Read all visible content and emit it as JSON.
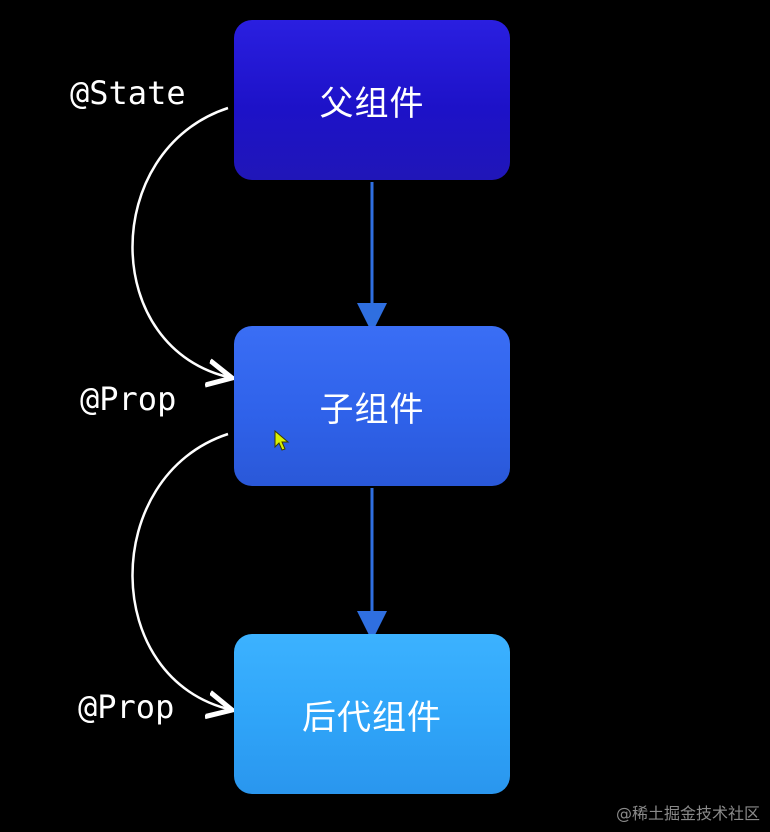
{
  "nodes": {
    "parent": "父组件",
    "child": "子组件",
    "descendant": "后代组件"
  },
  "decorators": {
    "state": "@State",
    "prop_child": "@Prop",
    "prop_descendant": "@Prop"
  },
  "watermark": "@稀土掘金技术社区",
  "colors": {
    "background": "#000000",
    "parent": "#1d12c8",
    "child": "#2f62ea",
    "descendant": "#2fa4f8",
    "arrow": "#2f6fe0",
    "curve": "#ffffff",
    "cursor": "#d8f000"
  }
}
